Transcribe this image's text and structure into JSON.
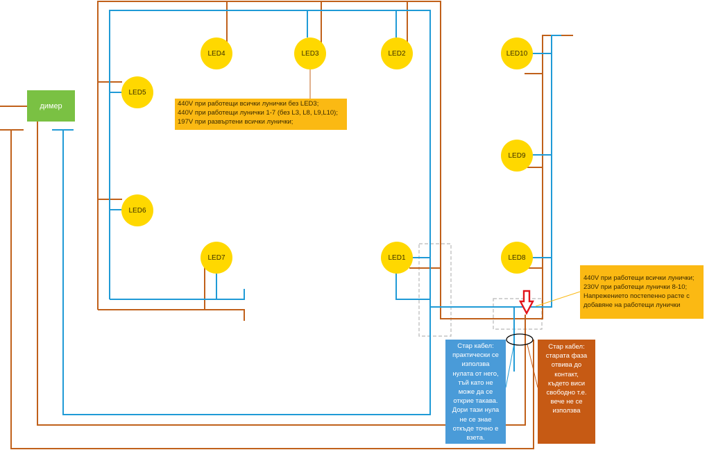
{
  "dimmer": {
    "label": "димер"
  },
  "leds": [
    {
      "id": "led1",
      "label": "LED1"
    },
    {
      "id": "led2",
      "label": "LED2"
    },
    {
      "id": "led3",
      "label": "LED3"
    },
    {
      "id": "led4",
      "label": "LED4"
    },
    {
      "id": "led5",
      "label": "LED5"
    },
    {
      "id": "led6",
      "label": "LED6"
    },
    {
      "id": "led7",
      "label": "LED7"
    },
    {
      "id": "led8",
      "label": "LED8"
    },
    {
      "id": "led9",
      "label": "LED9"
    },
    {
      "id": "led10",
      "label": "LED10"
    }
  ],
  "notes": {
    "top": "440V при работещи всички лунички без LED3;\n440V при работещи лунички 1-7 (без L3, L8, L9,L10);\n197V при развъртени всички лунички;",
    "right": "440V при работещи всички лунички;\n230V при работещи лунички 8-10;\nНапрежението постепенно расте с\nдобавяне на работещи лунички",
    "old_cable_neutral": "Стар кабел:\nпрактически се\nизползва\nнулата от него,\nтъй като не\nможе да се\nоткрие такава.\nДори тази нула\nне се знае\nоткъде точно е\nвзета.",
    "old_cable_phase": "Стар кабел:\nстарата фаза\nотвива до\nконтакт,\nкъдето виси\nсвободно т.е.\nвече не се\nизползва"
  },
  "colors": {
    "phase_wire": "#c0601a",
    "neutral_wire": "#1f9ad6",
    "led_fill": "#ffd800",
    "note_orange": "#fbb913",
    "note_blue": "#4a9bd8",
    "note_brown": "#c65a14",
    "dimmer_fill": "#7ac143",
    "arrow": "#e2131a"
  }
}
